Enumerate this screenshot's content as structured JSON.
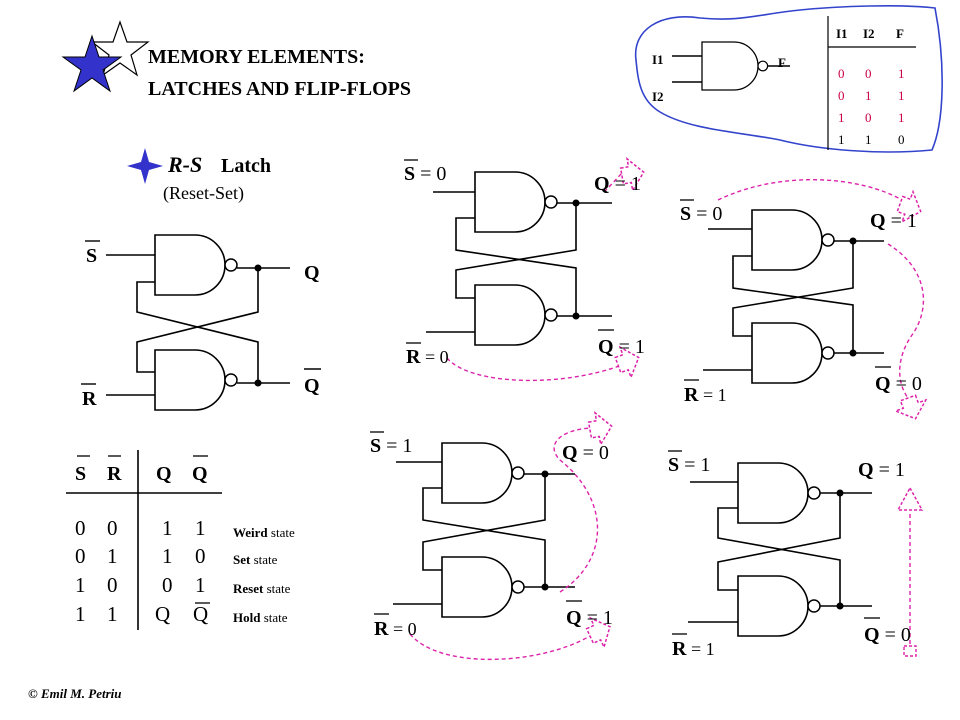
{
  "header": {
    "title_line1": "MEMORY ELEMENTS:",
    "title_line2": "LATCHES AND FLIP-FLOPS",
    "copyright": "©  Emil M. Petriu"
  },
  "nand_inset": {
    "input1": "I1",
    "input2": "I2",
    "output": "F",
    "table_headers": [
      "I1",
      "I2",
      "F"
    ],
    "table_rows": [
      [
        "0",
        "0",
        "1"
      ],
      [
        "0",
        "1",
        "1"
      ],
      [
        "1",
        "0",
        "1"
      ],
      [
        "1",
        "1",
        "0"
      ]
    ]
  },
  "latch": {
    "title_main": "R-S",
    "title_word": "Latch",
    "subtitle": "(Reset-Set)",
    "label_s": "S",
    "label_r": "R",
    "label_q": "Q",
    "label_qbar": "Q"
  },
  "truth_table": {
    "headers": [
      "S",
      "R",
      "Q",
      "Q"
    ],
    "rows": [
      {
        "s": "0",
        "r": "0",
        "q": "1",
        "qn": "1",
        "note_bold": "Weird",
        "note_rest": " state"
      },
      {
        "s": "0",
        "r": "1",
        "q": "1",
        "qn": "0",
        "note_bold": "Set",
        "note_rest": " state"
      },
      {
        "s": "1",
        "r": "0",
        "q": "0",
        "qn": "1",
        "note_bold": "Reset",
        "note_rest": " state"
      },
      {
        "s": "1",
        "r": "1",
        "q": "Q",
        "qn": "Q",
        "note_bold": "Hold",
        "note_rest": " state"
      }
    ]
  },
  "examples": {
    "a": {
      "s": "S",
      "s_val": " = 0",
      "r": "R",
      "r_val": " = 0",
      "q": "Q",
      "q_val": " = 1",
      "qn": "Q",
      "qn_val": " = 1"
    },
    "b": {
      "s": "S",
      "s_val": " = 0",
      "r": "R",
      "r_val": " = 1",
      "q": "Q",
      "q_val": " = 1",
      "qn": "Q",
      "qn_val": " = 0"
    },
    "c": {
      "s": "S",
      "s_val": " = 1",
      "r": "R",
      "r_val": " = 0",
      "q": "Q",
      "q_val": " = 0",
      "qn": "Q",
      "qn_val": " = 1"
    },
    "d": {
      "s": "S",
      "s_val": " = 1",
      "r": "R",
      "r_val": " = 1",
      "q": "Q",
      "q_val": " = 1",
      "qn": "Q",
      "qn_val": " = 0"
    }
  },
  "colors": {
    "ink": "#000000",
    "star_blue": "#3333cc",
    "inset_outline": "#3344cc",
    "table_red": "#cc0044",
    "dashed_pink": "#dd22aa"
  }
}
